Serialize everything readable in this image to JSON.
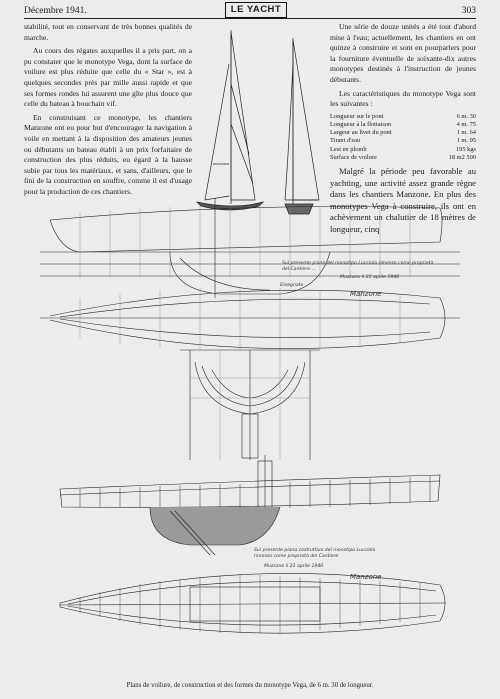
{
  "header": {
    "date": "Décembre 1941.",
    "title": "LE YACHT",
    "page_number": "303"
  },
  "left_column": {
    "p1": "stabilité, tout en conservant de très bonnes qualités de marche.",
    "p2": "Au cours des régates auxquelles il a pris part, on a pu constater que le monotype Vega, dont la surface de voilure est plus réduite que celle du « Star », est à quelques secondes près par mille aussi rapide et que ses formes rondes lui assurent une gîte plus douce que celle du bateau à bouchain vif.",
    "p3": "En construisant ce monotype, les chantiers Manzone ont eu pour but d'encourager la navigation à voile en mettant à la disposition des amateurs jeunes ou débutants un bateau établi à un prix forfaitaire de construction des plus réduits, eu égard à la hausse subie par tous les matériaux, et sans, d'ailleurs, que le fini de la construction en souffre, comme il est d'usage pour la production de ces chantiers."
  },
  "right_column": {
    "p1": "Une série de douze unités a été tout d'abord mise à l'eau; actuellement, les chantiers en ont quinze à construire et sont en pourparlers pour la fourniture éventuelle de soixante-dix autres monotypes destinés à l'instruction de jeunes débutants.",
    "p2": "Les caractéristiques du monotype Vega sont les suivantes :",
    "specs": [
      {
        "label": "Longueur sur le pont",
        "value": "6 m. 30"
      },
      {
        "label": "Longueur à la flottaison",
        "value": "4 m. 75"
      },
      {
        "label": "Largeur au livet du pont",
        "value": "1 m. 64"
      },
      {
        "label": "Tirant d'eau",
        "value": "1 m. 05"
      },
      {
        "label": "Lest en plomb",
        "value": "195 kgs"
      },
      {
        "label": "Surface de voilure",
        "value": "18 m2 500"
      }
    ],
    "p3": "Malgré la période peu favorable au yachting, une activité assez grande règne dans les chantiers Manzone. En plus des monotypes Vega à construire, ils ont en achèvement un chalutier de 18 mètres de longueur, cinq"
  },
  "drawing_notes": {
    "profile_note_1": "Sul presente piano del monotipo Lucciola rimesso come proprietà",
    "profile_note_2": "del Cantiere ...",
    "profile_date": "Muzzano li 21 aprile 1940",
    "profile_note_3": "Disegnato",
    "construction_note_1": "Sul presente piano costruttivo del monotipo Lucciola",
    "construction_note_2": "rimesso come proprietà del Cantiere",
    "construction_date": "Muzzano li 21 aprile 1940",
    "signature": "Manzone"
  },
  "caption": "Plans de voilure, de construction et des formes du monotype Vega, de 6 m. 30 de longueur."
}
